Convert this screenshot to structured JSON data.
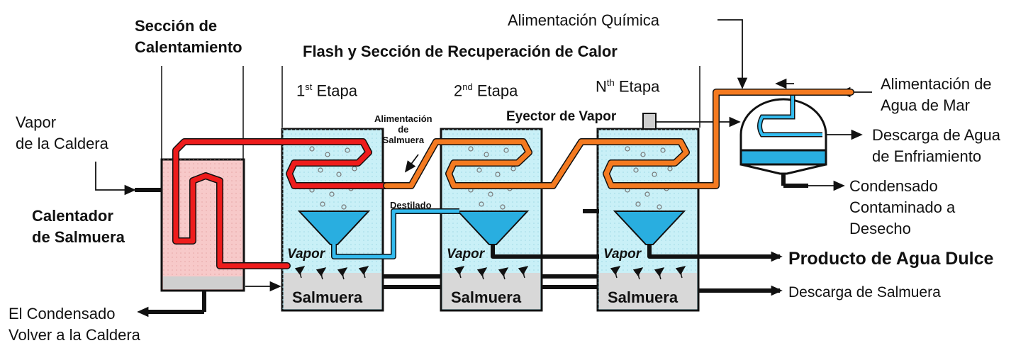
{
  "labels": {
    "heating_section_line1": "Sección de",
    "heating_section_line2": "Calentamiento",
    "flash_section": "Flash y Sección de Recuperación de Calor",
    "chemical_feed": "Alimentación Química",
    "stage1_sup": "st",
    "stage1_rest": " Etapa",
    "stage1_num": "1",
    "stage2_num": "2",
    "stage2_sup": "nd",
    "stage2_rest": " Etapa",
    "stageN_num": "N",
    "stageN_sup": "th",
    "stageN_rest": " Etapa",
    "steam_line1": "Vapor",
    "steam_line2": "de la Caldera",
    "brine_heater_line1": "Calentador",
    "brine_heater_line2": "de Salmuera",
    "condensate_line1": "El Condensado",
    "condensate_line2": "Volver a la Caldera",
    "brine_feed_line1": "Alimentación",
    "brine_feed_line2": "de",
    "brine_feed_line3": "Salmuera",
    "distillate": "Destilado",
    "steam_ejector": "Eyector de Vapor",
    "seawater_feed_line1": "Alimentación de",
    "seawater_feed_line2": "Agua de Mar",
    "cooling_discharge_line1": "Descarga de Agua",
    "cooling_discharge_line2": "de Enfriamiento",
    "contam_line1": "Condensado",
    "contam_line2": "Contaminado a",
    "contam_line3": "Desecho",
    "fresh_water": "Producto de Agua Dulce",
    "brine_discharge": "Descarga de Salmuera",
    "vapor1": "Vapor",
    "vapor2": "Vapor",
    "vapor3": "Vapor",
    "brine1": "Salmuera",
    "brine2": "Salmuera",
    "brine3": "Salmuera"
  },
  "colors": {
    "hot_pipe": "#ee1c1c",
    "warm_pipe": "#f47a20",
    "cold_pipe": "#33bbee",
    "vessel_fill": "#c9f0f7",
    "heater_fill": "#f7c9c9",
    "brine_fill": "#d8d8d8"
  }
}
